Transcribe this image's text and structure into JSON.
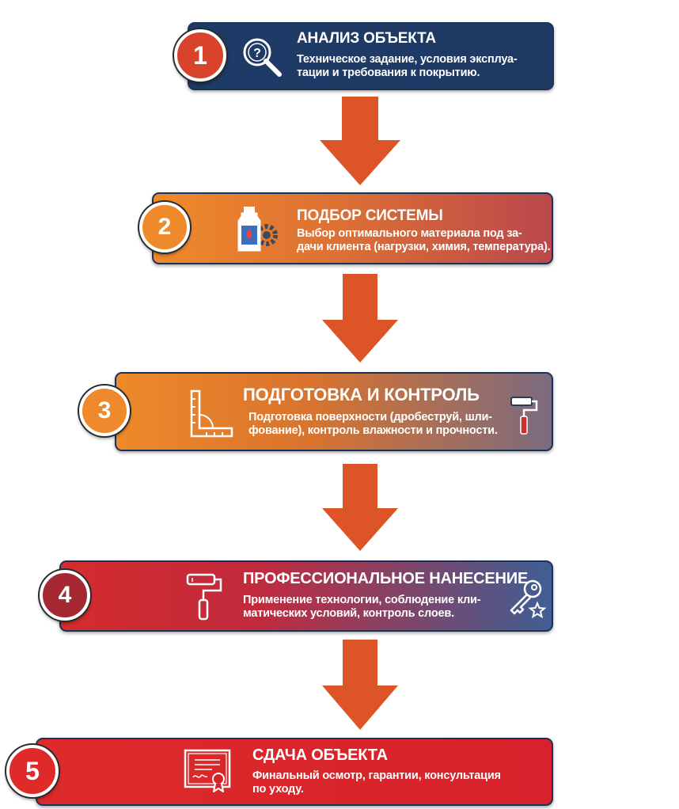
{
  "steps": [
    {
      "number": "1",
      "title": "АНАЛИЗ ОБЪЕКТА",
      "desc": [
        "Техническое задание, условия эксплуа-",
        "тации и требования к покрытию."
      ],
      "icon": "magnifier-question-icon",
      "badge_color": "#d9432b"
    },
    {
      "number": "2",
      "title": "ПОДБОР СИСТЕМЫ",
      "desc": [
        "Выбор оптимального материала под за-",
        "дачи клиента (нагрузки, химия, температура)."
      ],
      "icon": "bottle-gear-icon",
      "badge_color": "#ee8a2b"
    },
    {
      "number": "3",
      "title": "ПОДГОТОВКА И КОНТРОЛЬ",
      "desc": [
        "Подготовка поверхности (дробеструй, шли-",
        "фование), контроль влажности и прочности."
      ],
      "icon": "ruler-square-icon",
      "side_icon": "paint-roller-icon",
      "badge_color": "#ee8a2b"
    },
    {
      "number": "4",
      "title": "ПРОФЕССИОНАЛЬНОЕ НАНЕСЕНИЕ",
      "desc": [
        "Применение технологии, соблюдение кли-",
        "матических условий, контроль слоев."
      ],
      "icon": "paint-roller-icon",
      "side_icon": "key-star-icon",
      "badge_color": "#a52833"
    },
    {
      "number": "5",
      "title": "СДАЧА ОБЪЕКТА",
      "desc": [
        "Финальный осмотр, гарантии, консультация",
        "по уходу."
      ],
      "icon": "certificate-icon",
      "badge_color": "#e02a2a"
    }
  ],
  "colors": {
    "arrow": "#dd5426",
    "card_border": "#1c3155"
  }
}
